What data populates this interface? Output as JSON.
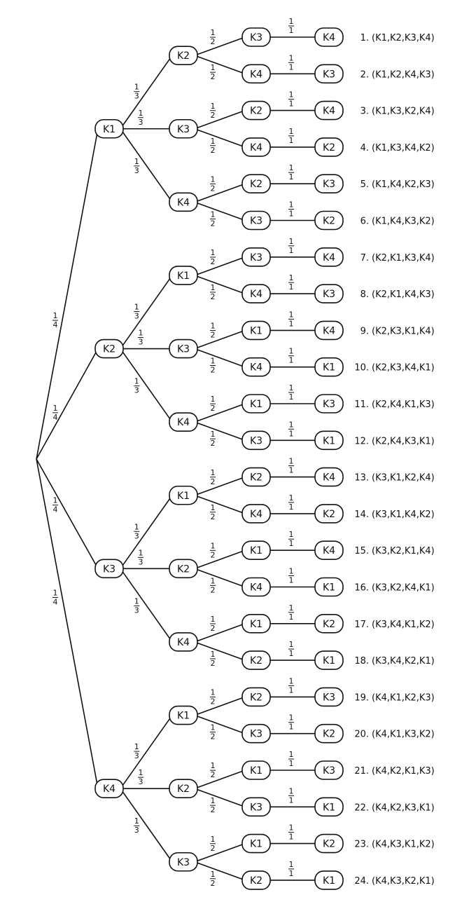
{
  "nodes": [
    "K1",
    "K2",
    "K3",
    "K4"
  ],
  "branch_probabilities": {
    "level1": {
      "num": "1",
      "den": "4"
    },
    "level2": {
      "num": "1",
      "den": "3"
    },
    "level3": {
      "num": "1",
      "den": "2"
    },
    "level4": {
      "num": "1",
      "den": "1"
    }
  },
  "outcomes": [
    {
      "index": "1.",
      "sequence": "(K1,K2,K3,K4)"
    },
    {
      "index": "2.",
      "sequence": "(K1,K2,K4,K3)"
    },
    {
      "index": "3.",
      "sequence": "(K1,K3,K2,K4)"
    },
    {
      "index": "4.",
      "sequence": "(K1,K3,K4,K2)"
    },
    {
      "index": "5.",
      "sequence": "(K1,K4,K2,K3)"
    },
    {
      "index": "6.",
      "sequence": "(K1,K4,K3,K2)"
    },
    {
      "index": "7.",
      "sequence": "(K2,K1,K3,K4)"
    },
    {
      "index": "8.",
      "sequence": "(K2,K1,K4,K3)"
    },
    {
      "index": "9.",
      "sequence": "(K2,K3,K1,K4)"
    },
    {
      "index": "10.",
      "sequence": "(K2,K3,K4,K1)"
    },
    {
      "index": "11.",
      "sequence": "(K2,K4,K1,K3)"
    },
    {
      "index": "12.",
      "sequence": "(K2,K4,K3,K1)"
    },
    {
      "index": "13.",
      "sequence": "(K3,K1,K2,K4)"
    },
    {
      "index": "14.",
      "sequence": "(K3,K1,K4,K2)"
    },
    {
      "index": "15.",
      "sequence": "(K3,K2,K1,K4)"
    },
    {
      "index": "16.",
      "sequence": "(K3,K2,K4,K1)"
    },
    {
      "index": "17.",
      "sequence": "(K3,K4,K1,K2)"
    },
    {
      "index": "18.",
      "sequence": "(K3,K4,K2,K1)"
    },
    {
      "index": "19.",
      "sequence": "(K4,K1,K2,K3)"
    },
    {
      "index": "20.",
      "sequence": "(K4,K1,K3,K2)"
    },
    {
      "index": "21.",
      "sequence": "(K4,K2,K1,K3)"
    },
    {
      "index": "22.",
      "sequence": "(K4,K2,K3,K1)"
    },
    {
      "index": "23.",
      "sequence": "(K4,K3,K1,K2)"
    },
    {
      "index": "24.",
      "sequence": "(K4,K3,K2,K1)"
    }
  ]
}
